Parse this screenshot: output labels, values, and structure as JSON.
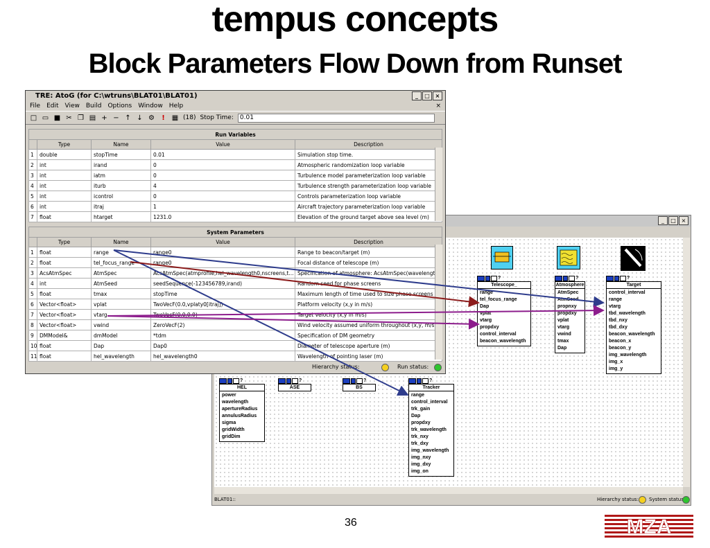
{
  "slide": {
    "title": "tempus concepts",
    "subtitle": "Block Parameters Flow Down from Runset",
    "page_number": "36",
    "logo_text": "MZA"
  },
  "tre_window": {
    "title": "TRE: AtoG (for C:\\wtruns\\BLAT01\\BLAT01)",
    "menu": [
      "File",
      "Edit",
      "View",
      "Build",
      "Options",
      "Window",
      "Help"
    ],
    "toolbar": {
      "count_label": "(18)",
      "stop_time_label": "Stop Time:",
      "stop_time_value": "0.01"
    },
    "run_variables": {
      "section_title": "Run Variables",
      "columns": [
        "Type",
        "Name",
        "Value",
        "Description"
      ],
      "rows": [
        {
          "idx": "1",
          "type": "double",
          "name": "stopTime",
          "value": "0.01",
          "desc": "Simulation stop time."
        },
        {
          "idx": "2",
          "type": "int",
          "name": "irand",
          "value": "0",
          "desc": "Atmospheric randomization loop variable"
        },
        {
          "idx": "3",
          "type": "int",
          "name": "iatm",
          "value": "0",
          "desc": "Turbulence model parameterization loop variable"
        },
        {
          "idx": "4",
          "type": "int",
          "name": "iturb",
          "value": "4",
          "desc": "Turbulence strength parameterization loop variable"
        },
        {
          "idx": "5",
          "type": "int",
          "name": "icontrol",
          "value": "0",
          "desc": "Controls parameterization loop variable"
        },
        {
          "idx": "6",
          "type": "int",
          "name": "itraj",
          "value": "1",
          "desc": "Aircraft trajectory parameterization loop variable"
        },
        {
          "idx": "7",
          "type": "float",
          "name": "htarget",
          "value": "1231.0",
          "desc": "Elevation of the ground target above sea level (m)"
        }
      ]
    },
    "system_parameters": {
      "section_title": "System Parameters",
      "columns": [
        "Type",
        "Name",
        "Value",
        "Description"
      ],
      "rows": [
        {
          "idx": "1",
          "type": "float",
          "name": "range",
          "value": "range0",
          "desc": "Range to beacon/target (m)"
        },
        {
          "idx": "2",
          "type": "float",
          "name": "tel_focus_range",
          "value": "range0",
          "desc": "Focal distance of telescope (m)"
        },
        {
          "idx": "3",
          "type": "AcsAtmSpec",
          "name": "AtmSpec",
          "value": "AcsAtmSpec(atmprofile,hel_wavelength0,nscreens,t...",
          "desc": "Specification of atmosphere: AcsAtmSpec(wavelengt..."
        },
        {
          "idx": "4",
          "type": "int",
          "name": "AtmSeed",
          "value": "seedSequence(-123456789,irand)",
          "desc": "Random seed for phase screens"
        },
        {
          "idx": "5",
          "type": "float",
          "name": "tmax",
          "value": "stopTime",
          "desc": "Maximum length of time used to size phase screens (s)"
        },
        {
          "idx": "6",
          "type": "Vector<float>",
          "name": "vplat",
          "value": "TwoVecF(0.0,vplaty0[itraj])",
          "desc": "Platform velocity (x,y in m/s)"
        },
        {
          "idx": "7",
          "type": "Vector<float>",
          "name": "vtarg",
          "value": "TwoVecF(0.0,0.0)",
          "desc": "Target velocity (x,y in m/s)"
        },
        {
          "idx": "8",
          "type": "Vector<float>",
          "name": "vwind",
          "value": "ZeroVecF(2)",
          "desc": "Wind velocity assumed uniform throughout (x,y, m/s)"
        },
        {
          "idx": "9",
          "type": "DMModel&",
          "name": "dmModel",
          "value": "*tdm",
          "desc": "Specification of DM geometry"
        },
        {
          "idx": "10",
          "type": "float",
          "name": "Dap",
          "value": "Dap0",
          "desc": "Diameter of telescope aperture (m)"
        },
        {
          "idx": "11",
          "type": "float",
          "name": "hel_wavelength",
          "value": "hel_wavelength0",
          "desc": "Wavelength of pointing laser (m)"
        }
      ]
    },
    "status": {
      "hierarchy": "Hierarchy status:",
      "run": "Run status:"
    }
  },
  "diagram_window": {
    "status_path": "BLAT01::",
    "status_hierarchy": "Hierarchy status:",
    "status_system": "System status:",
    "blocks": {
      "telescope": {
        "name": "Telescope_",
        "params": [
          "range",
          "tel_focus_range",
          "Dap",
          "vplat",
          "vtarg",
          "propdxy",
          "control_interval",
          "beacon_wavelength"
        ]
      },
      "atmosphere": {
        "name": "Atmosphere",
        "params": [
          "AtmSpec",
          "AtmSeed",
          "propnxy",
          "propdxy",
          "vplat",
          "vtarg",
          "vwind",
          "tmax",
          "Dap"
        ]
      },
      "target": {
        "name": "Target",
        "params": [
          "control_interval",
          "range",
          "vtarg",
          "tbd_wavelength",
          "tbd_nxy",
          "tbd_dxy",
          "beacon_wavelength",
          "beacon_x",
          "beacon_y",
          "img_wavelength",
          "img_x",
          "img_y"
        ]
      },
      "hel": {
        "name": "HEL",
        "params": [
          "power",
          "wavelength",
          "apertureRadius",
          "annulusRadius",
          "sigma",
          "gridWidth",
          "gridDim"
        ]
      },
      "ase": {
        "name": "ASE",
        "params": []
      },
      "bs": {
        "name": "BS",
        "params": []
      },
      "tracker": {
        "name": "Tracker",
        "params": [
          "range",
          "control_interval",
          "trk_gain",
          "Dap",
          "propdxy",
          "trk_wavelength",
          "trk_nxy",
          "trk_dxy",
          "img_wavelength",
          "img_nxy",
          "img_dxy",
          "img_on"
        ]
      }
    }
  },
  "colors": {
    "arrow_blue": "#2e3c8c",
    "arrow_red": "#8c1c1c",
    "arrow_purple": "#8c1c8c",
    "led_yellow": "#f5d020",
    "led_green": "#2ec42e"
  }
}
